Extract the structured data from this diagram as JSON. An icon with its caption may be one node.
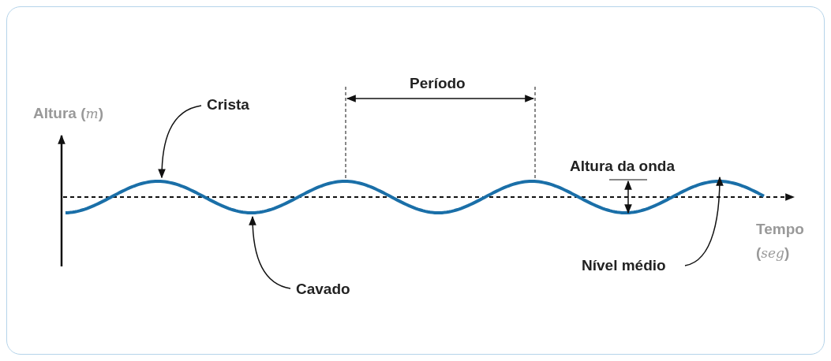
{
  "diagram": {
    "nodes": [
      {
        "text": [
          "Crista"
        ]
      },
      {
        "text": [
          "Cavado"
        ]
      },
      {
        "text": [
          "Nível médio"
        ]
      },
      {
        "text": [],
        "shape": "curve"
      }
    ],
    "edges": [
      {
        "from": 0,
        "to": 3,
        "arrow": "to"
      },
      {
        "from": 1,
        "to": 3,
        "arrow": "to"
      },
      {
        "from": 2,
        "to": 3,
        "arrow": "to"
      }
    ],
    "labels": [
      "Altura (*m*)",
      "Período",
      "Altura da onda",
      "Tempo (*seg*)"
    ]
  }
}
